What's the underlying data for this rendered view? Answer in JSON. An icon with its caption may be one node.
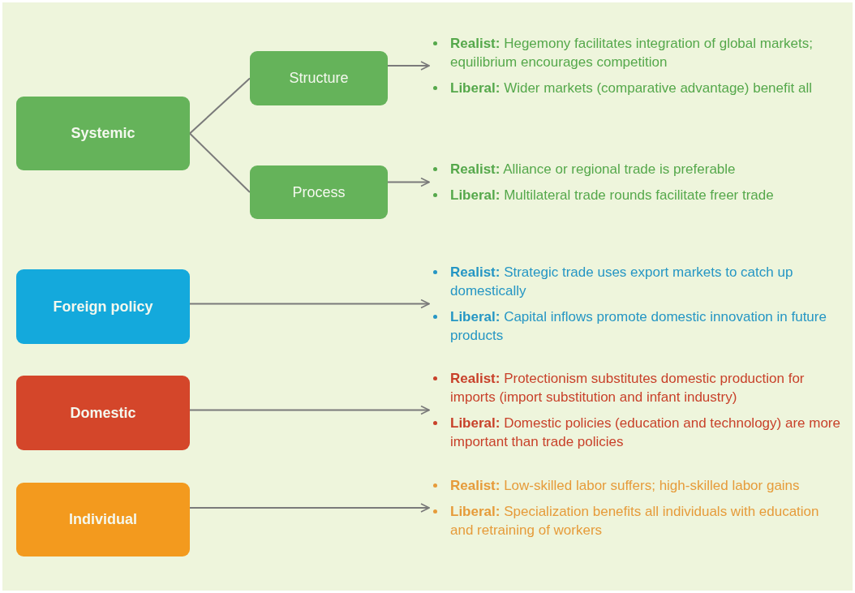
{
  "diagram": {
    "nodes": [
      {
        "text": [
          "Systemic"
        ]
      },
      {
        "text": [
          "Structure"
        ]
      },
      {
        "text": [
          "Process"
        ]
      },
      {
        "text": [
          "Foreign policy"
        ]
      },
      {
        "text": [
          "Domestic"
        ]
      },
      {
        "text": [
          "Individual"
        ]
      },
      {
        "text": [
          "**Realist:** Hegemony facilitates integration of global markets; equilibrium encourages competition",
          "**Liberal:** Wider markets (comparative advantage) benefit all"
        ]
      },
      {
        "text": [
          "**Realist:** Alliance or regional trade is preferable",
          "**Liberal:** Multilateral trade rounds facilitate freer trade"
        ]
      },
      {
        "text": [
          "**Realist:** Strategic trade uses export markets to catch up domestically",
          "**Liberal:** Capital inflows promote domestic innovation in future products"
        ]
      },
      {
        "text": [
          "**Realist:** Protectionism substitutes domestic production for imports (import substitution and infant industry)",
          "**Liberal:** Domestic policies (education and technology) are more important than trade policies"
        ]
      },
      {
        "text": [
          "**Realist:** Low-skilled labor suffers; high-skilled labor gains",
          "**Liberal:** Specialization benefits all individuals with education and retraining of workers"
        ]
      }
    ],
    "edges": [
      {
        "from": 0,
        "to": 1,
        "arrow": "none"
      },
      {
        "from": 0,
        "to": 2,
        "arrow": "none"
      },
      {
        "from": 1,
        "to": 6,
        "arrow": "to"
      },
      {
        "from": 2,
        "to": 7,
        "arrow": "to"
      },
      {
        "from": 3,
        "to": 8,
        "arrow": "to"
      },
      {
        "from": 4,
        "to": 9,
        "arrow": "to"
      },
      {
        "from": 5,
        "to": 10,
        "arrow": "to"
      }
    ]
  }
}
